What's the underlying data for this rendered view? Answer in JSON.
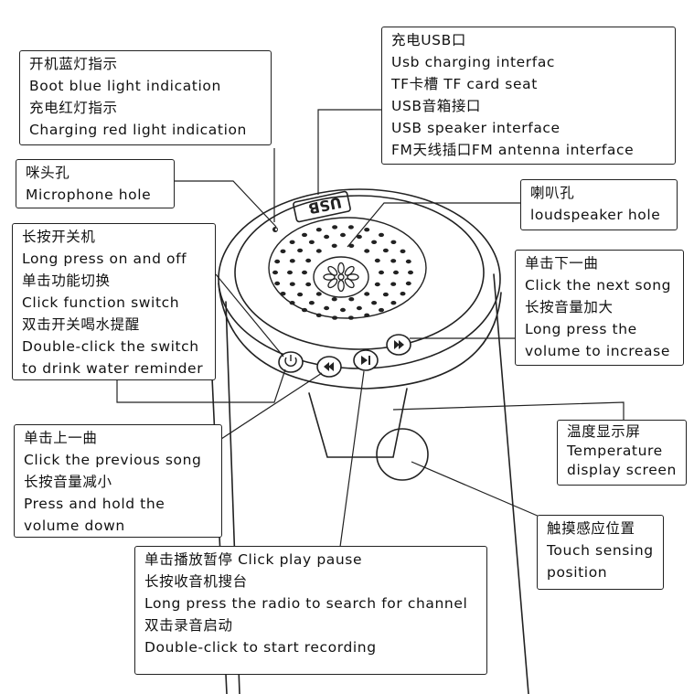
{
  "colors": {
    "ink": "#222222",
    "background": "#ffffff",
    "text": "#111111"
  },
  "device": {
    "port_label": "USB",
    "power_button_icon": "power-icon",
    "previous_button_icon": "previous-track-icon",
    "play_pause_button_icon": "play-pause-icon",
    "next_button_icon": "next-track-icon"
  },
  "callouts": {
    "indicator": [
      "开机蓝灯指示",
      "Boot blue light indication",
      "充电红灯指示",
      "Charging red light indication"
    ],
    "usb_port": [
      "充电USB口",
      "Usb charging interfac",
      "TF卡槽  TF card seat",
      "USB音箱接口",
      "USB speaker interface",
      "FM天线插口FM antenna interface"
    ],
    "microphone": [
      "咪头孔",
      "Microphone hole"
    ],
    "loudspeaker": [
      "喇叭孔",
      "loudspeaker hole"
    ],
    "power_button": [
      "长按开关机",
      "Long press on and off",
      "单击功能切换",
      "Click function switch",
      "双击开关喝水提醒",
      "Double-click the switch",
      "to drink water reminder"
    ],
    "next_button": [
      "单击下一曲",
      "Click the next song",
      "长按音量加大",
      "Long press the",
      "volume to increase"
    ],
    "previous_button": [
      "单击上一曲",
      "Click the previous song",
      "长按音量减小",
      "Press and hold the",
      "volume down"
    ],
    "temperature_screen": [
      "温度显示屏",
      "Temperature",
      "display screen"
    ],
    "touch_sensor": [
      "触摸感应位置",
      "Touch sensing",
      " position"
    ],
    "play_pause_button": [
      "单击播放暂停  Click play pause",
      "长按收音机搜台",
      "Long press the radio to search for channel",
      "双击录音启动",
      "Double-click to start recording"
    ]
  }
}
